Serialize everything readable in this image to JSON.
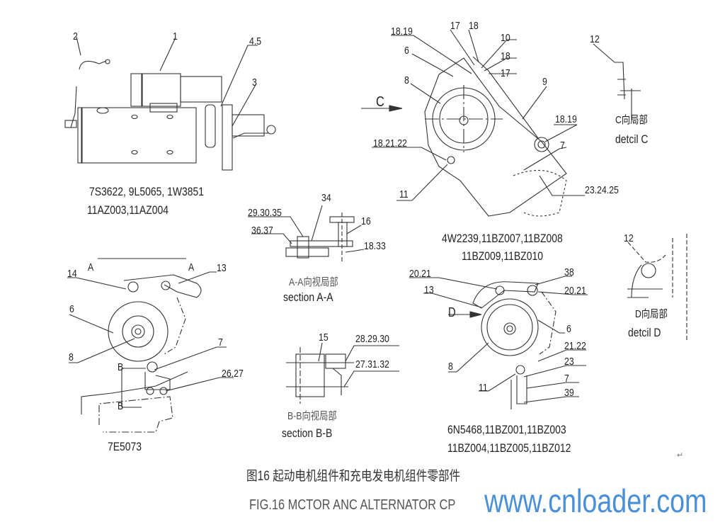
{
  "starter": {
    "callouts": [
      "2",
      "1",
      "4.5",
      "3"
    ],
    "part_numbers": [
      "7S3622, 9L5065, 1W3851",
      "11AZ003,11AZ004"
    ]
  },
  "alternator_top": {
    "callouts": [
      "18.19",
      "17",
      "18",
      "10",
      "18",
      "17",
      "6",
      "8",
      "9",
      "C",
      "18.19",
      "7",
      "18.21.22",
      "11",
      "23.24.25"
    ],
    "part_numbers": [
      "4W2239,11BZ007,11BZ008",
      "11BZ009,11BZ010"
    ]
  },
  "detail_c": {
    "callout": "12",
    "label_cn": "C向局部",
    "label_en": "detcil  C"
  },
  "section_aa": {
    "callouts": [
      "29.30.35",
      "36.37",
      "34",
      "16",
      "18.33"
    ],
    "label_cn": "A-A向视局部",
    "label_en": "section  A-A"
  },
  "section_bb": {
    "callouts": [
      "15",
      "28.29.30",
      "27.31.32"
    ],
    "label_cn": "B-B向视局部",
    "label_en": "section  B-B"
  },
  "alternator_left": {
    "callouts": [
      "A",
      "A",
      "14",
      "13",
      "6",
      "8",
      "7",
      "B",
      "26.27",
      "B"
    ],
    "part_numbers": [
      "7E5073"
    ]
  },
  "alternator_right": {
    "callouts": [
      "20.21",
      "13",
      "38",
      "20.21",
      "D",
      "6",
      "8",
      "21.22",
      "23",
      "11",
      "7",
      "39"
    ],
    "part_numbers": [
      "6N5468,11BZ001,11BZ003",
      "11BZ004,11BZ005,11BZ012"
    ]
  },
  "detail_d": {
    "callout": "12",
    "label_cn": "D向局部",
    "label_en": "detcil  D"
  },
  "caption": {
    "cn": "图16  起动电机组件和充电发电机组件零部件",
    "en": "FIG.16 MCTOR ANC ALTERNATOR CP"
  },
  "watermark": "www.cnloader.com",
  "return_mark": "↵",
  "colors": {
    "line": "#333333",
    "watermark": "#4a90d9"
  }
}
